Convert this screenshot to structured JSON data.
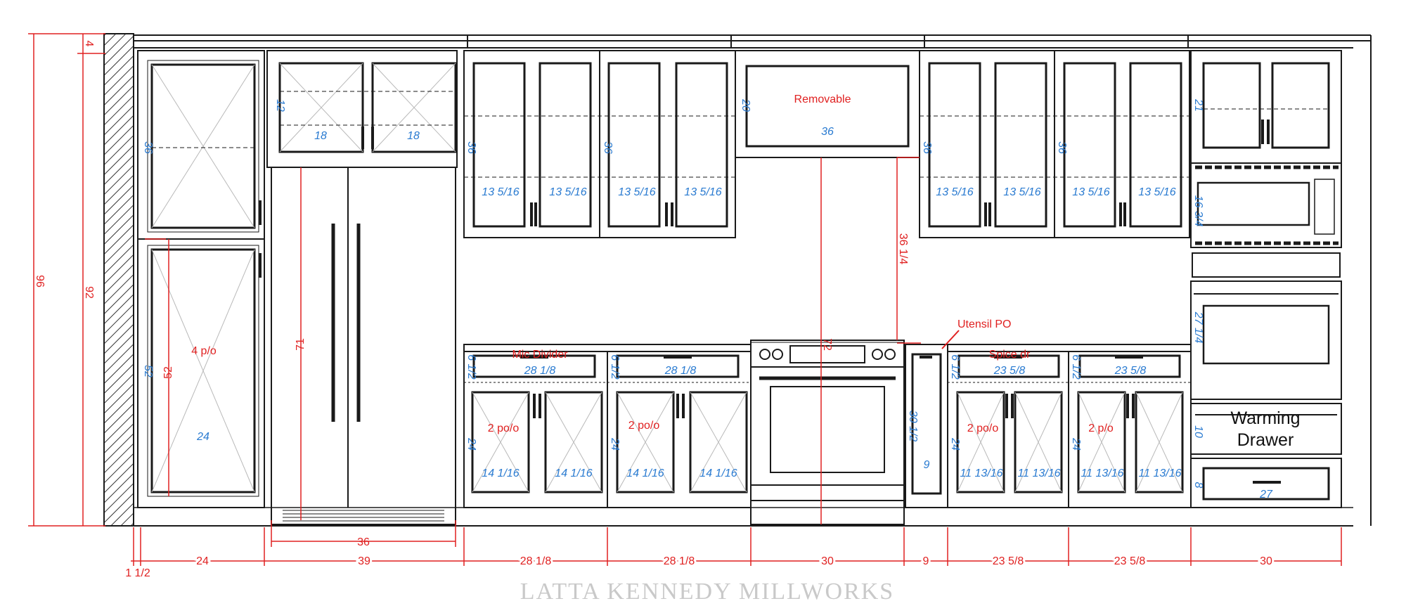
{
  "colors": {
    "dimension": "#e02020",
    "annotation": "#2a7bd1",
    "line": "#1a1a1a",
    "watermark": "#c9c9c9"
  },
  "overall": {
    "height_total": "96",
    "height_wall": "92",
    "crown": "4",
    "end_panel": "1 1/2"
  },
  "labels": {
    "removable": "Removable",
    "utensil_po": "Utensil PO",
    "mic_divider": "Mic Divider",
    "spice_dr": "Spice dr",
    "warming_drawer": [
      "Warming",
      "Drawer"
    ],
    "pullout_tall": "4 p/o",
    "pullout_pair": "2 po/o",
    "pullout_pair_alt": "2 p/o",
    "watermark": "LATTA KENNEDY MILLWORKS"
  },
  "pantry": {
    "upper_h": "36",
    "lower_h": "52",
    "lower_h_dim": "52",
    "width": "24"
  },
  "fridge": {
    "upper_h": "12",
    "upper_w": [
      "18",
      "18"
    ],
    "opening_h": "71",
    "opening_w": "36"
  },
  "uppers_left": {
    "h": "36",
    "widths": [
      "13 5/16",
      "13 5/16",
      "13 5/16",
      "13 5/16"
    ]
  },
  "hood": {
    "h": "20",
    "w": "36",
    "clear": "72"
  },
  "uppers_right": {
    "h": "36",
    "widths": [
      "13 5/16",
      "13 5/16",
      "13 5/16",
      "13 5/16"
    ],
    "gap": "36 1/4"
  },
  "oven_tower": {
    "upper_h": "21",
    "micro_h": "16 3/4",
    "oven_h": "27 1/4",
    "warming_h": "10",
    "drawer_h": "8",
    "drawer_w": "27"
  },
  "base_left": {
    "drawer_h": [
      "6 1/2",
      "6 1/2"
    ],
    "drawer_w": [
      "28 1/8",
      "28 1/8"
    ],
    "door_h": [
      "24",
      "24"
    ],
    "door_w": [
      "14 1/16",
      "14 1/16",
      "14 1/16",
      "14 1/16"
    ]
  },
  "utensil": {
    "h": "30 1/2",
    "w": "9"
  },
  "base_right": {
    "drawer_h": [
      "6 1/2",
      "6 1/2"
    ],
    "drawer_w": [
      "23 5/8",
      "23 5/8"
    ],
    "door_h": [
      "24",
      "24"
    ],
    "door_w": [
      "11 13/16",
      "11 13/16",
      "11 13/16",
      "11 13/16"
    ]
  },
  "bottom_dims": [
    "24",
    "39",
    "28 1/8",
    "28 1/8",
    "30",
    "9",
    "23 5/8",
    "23 5/8",
    "30"
  ]
}
